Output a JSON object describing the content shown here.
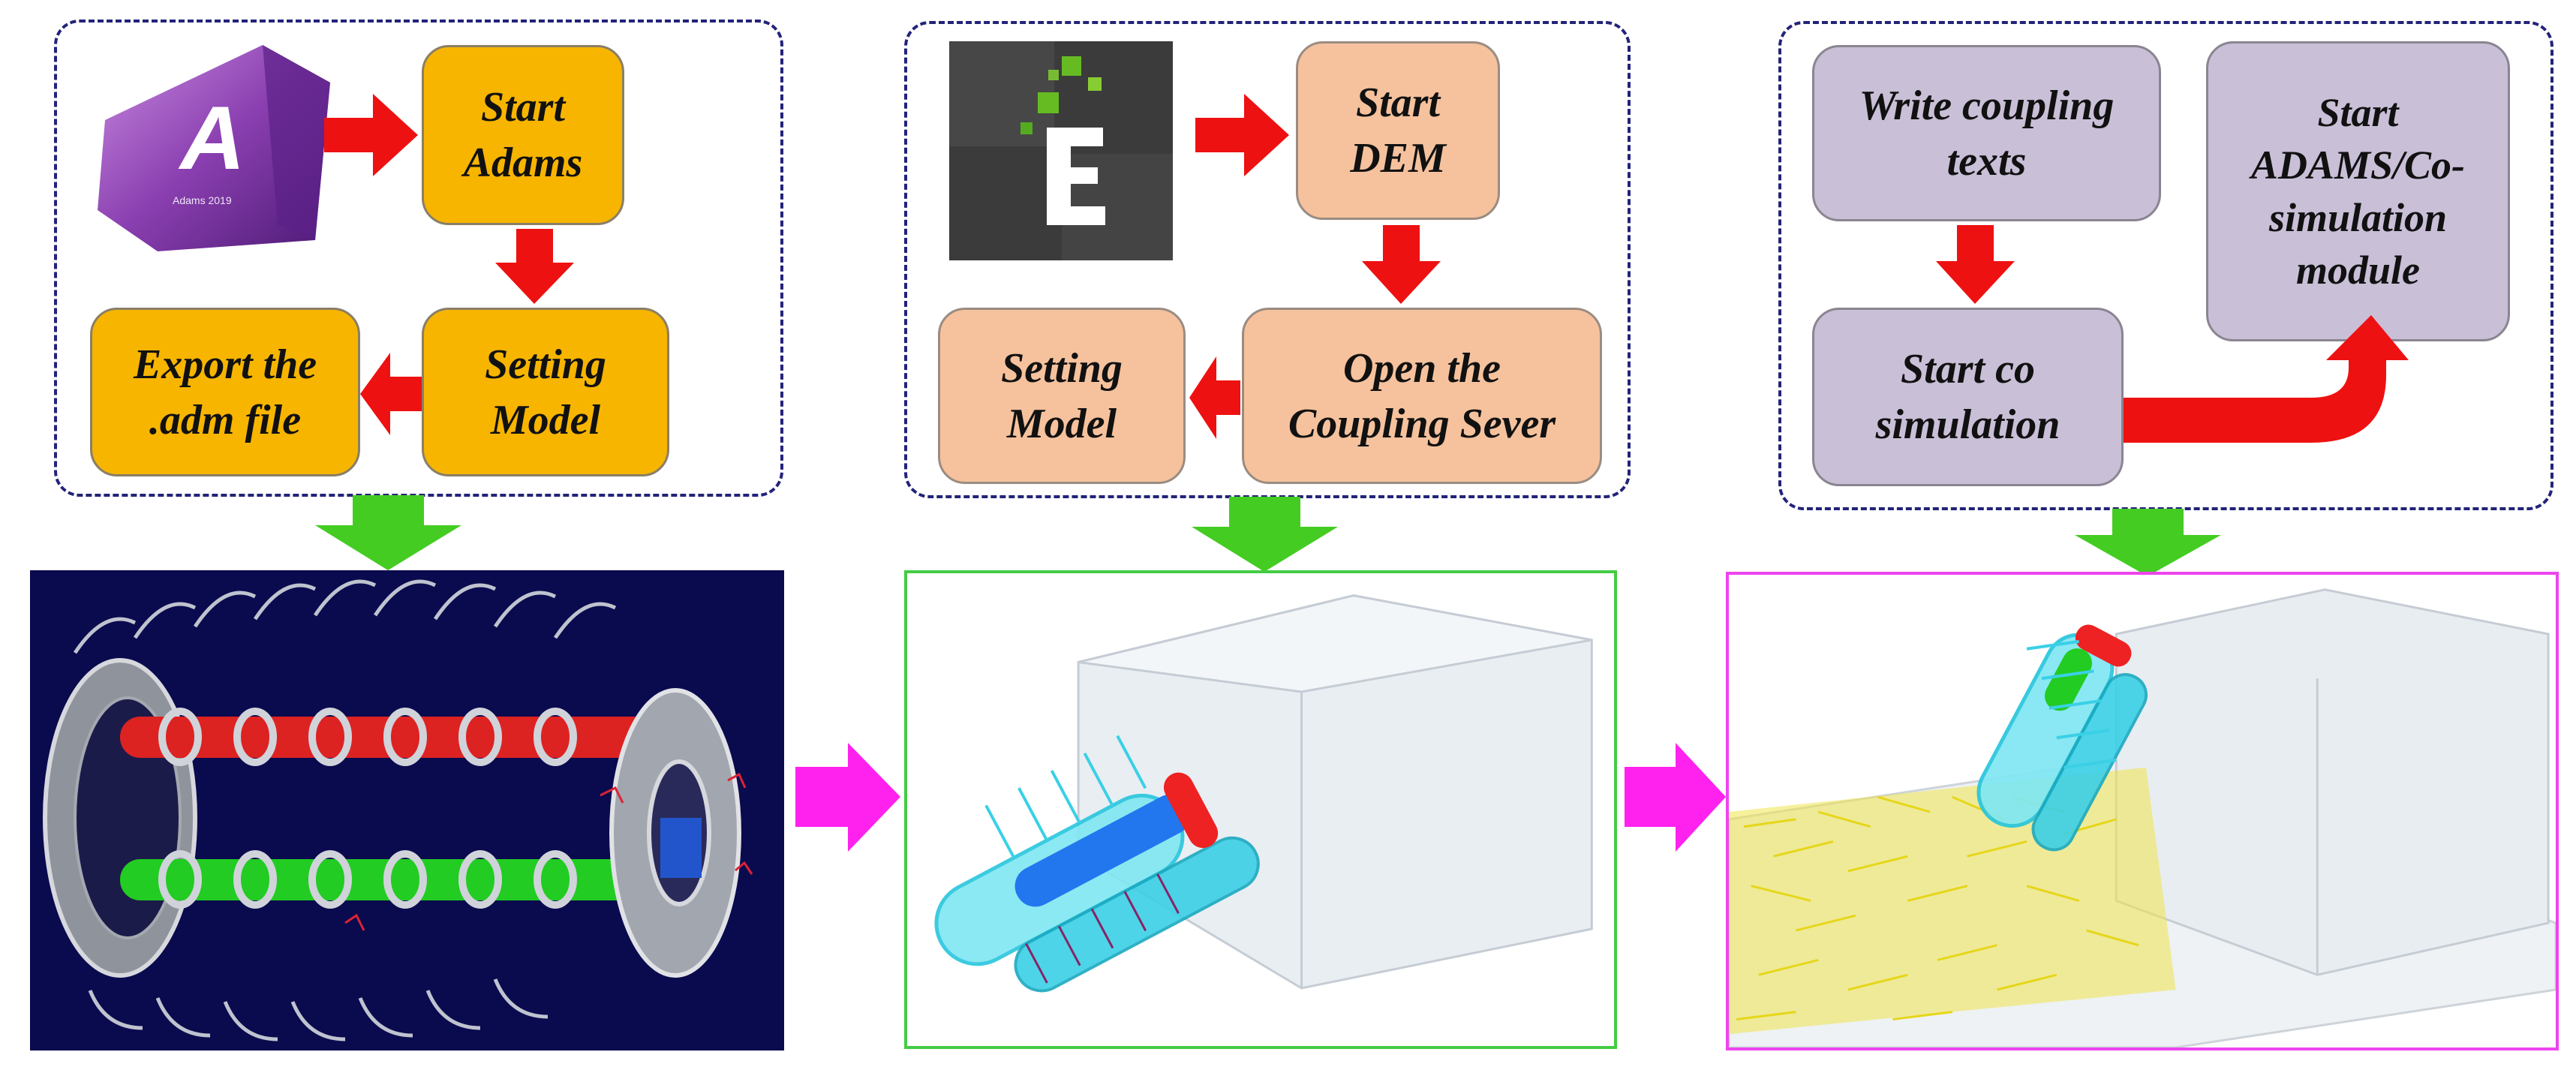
{
  "panels": {
    "adams": {
      "start_label": "Start\nAdams",
      "setting_label": "Setting\nModel",
      "export_label": "Export the\n.adm file",
      "logo_caption": "Adams 2019"
    },
    "dem": {
      "start_label": "Start\nDEM",
      "open_label": "Open the\nCoupling Sever",
      "setting_label": "Setting\nModel"
    },
    "cosim": {
      "write_label": "Write coupling\ntexts",
      "start_co_label": "Start co\nsimulation",
      "module_label": "Start\nADAMS/Co-\nsimulation\nmodule"
    }
  },
  "colors": {
    "panel_border": "#23237a",
    "adams_box": "#f7b500",
    "dem_box": "#f5c29d",
    "cosim_box": "#c9bfd7",
    "flow_arrow": "#ee1111",
    "down_arrow": "#44cc22",
    "side_arrow": "#ff22ee",
    "dem_frame": "#44cc44",
    "cosim_frame": "#ee44ee",
    "adams_view_bg": "#0a0a4e"
  },
  "icons": [
    "adams-logo-icon",
    "edem-logo-icon"
  ]
}
